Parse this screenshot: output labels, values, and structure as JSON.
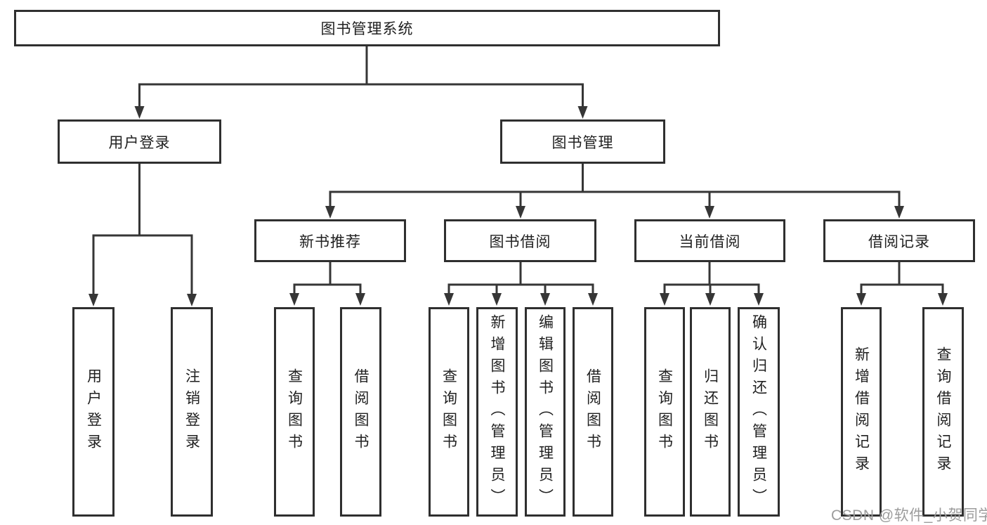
{
  "diagram_type": "hierarchy-tree",
  "colors": {
    "line": "#363636",
    "box_border": "#2f2f2f",
    "box_bg": "#ffffff",
    "text": "#212121",
    "watermark": "#9c9c9c"
  },
  "tree": {
    "label": "图书管理系统",
    "children": [
      {
        "label": "用户登录",
        "children": [
          {
            "label": "用户登录"
          },
          {
            "label": "注销登录"
          }
        ]
      },
      {
        "label": "图书管理",
        "children": [
          {
            "label": "新书推荐",
            "children": [
              {
                "label": "查询图书"
              },
              {
                "label": "借阅图书"
              }
            ]
          },
          {
            "label": "图书借阅",
            "children": [
              {
                "label": "查询图书"
              },
              {
                "label": "新增图书（管理员）"
              },
              {
                "label": "编辑图书（管理员）"
              },
              {
                "label": "借阅图书"
              }
            ]
          },
          {
            "label": "当前借阅",
            "children": [
              {
                "label": "查询图书"
              },
              {
                "label": "归还图书"
              },
              {
                "label": "确认归还（管理员）"
              }
            ]
          },
          {
            "label": "借阅记录",
            "children": [
              {
                "label": "新增借阅记录"
              },
              {
                "label": "查询借阅记录"
              }
            ]
          }
        ]
      }
    ]
  },
  "watermark": {
    "text": "CSDN @软件_小贺同学"
  }
}
